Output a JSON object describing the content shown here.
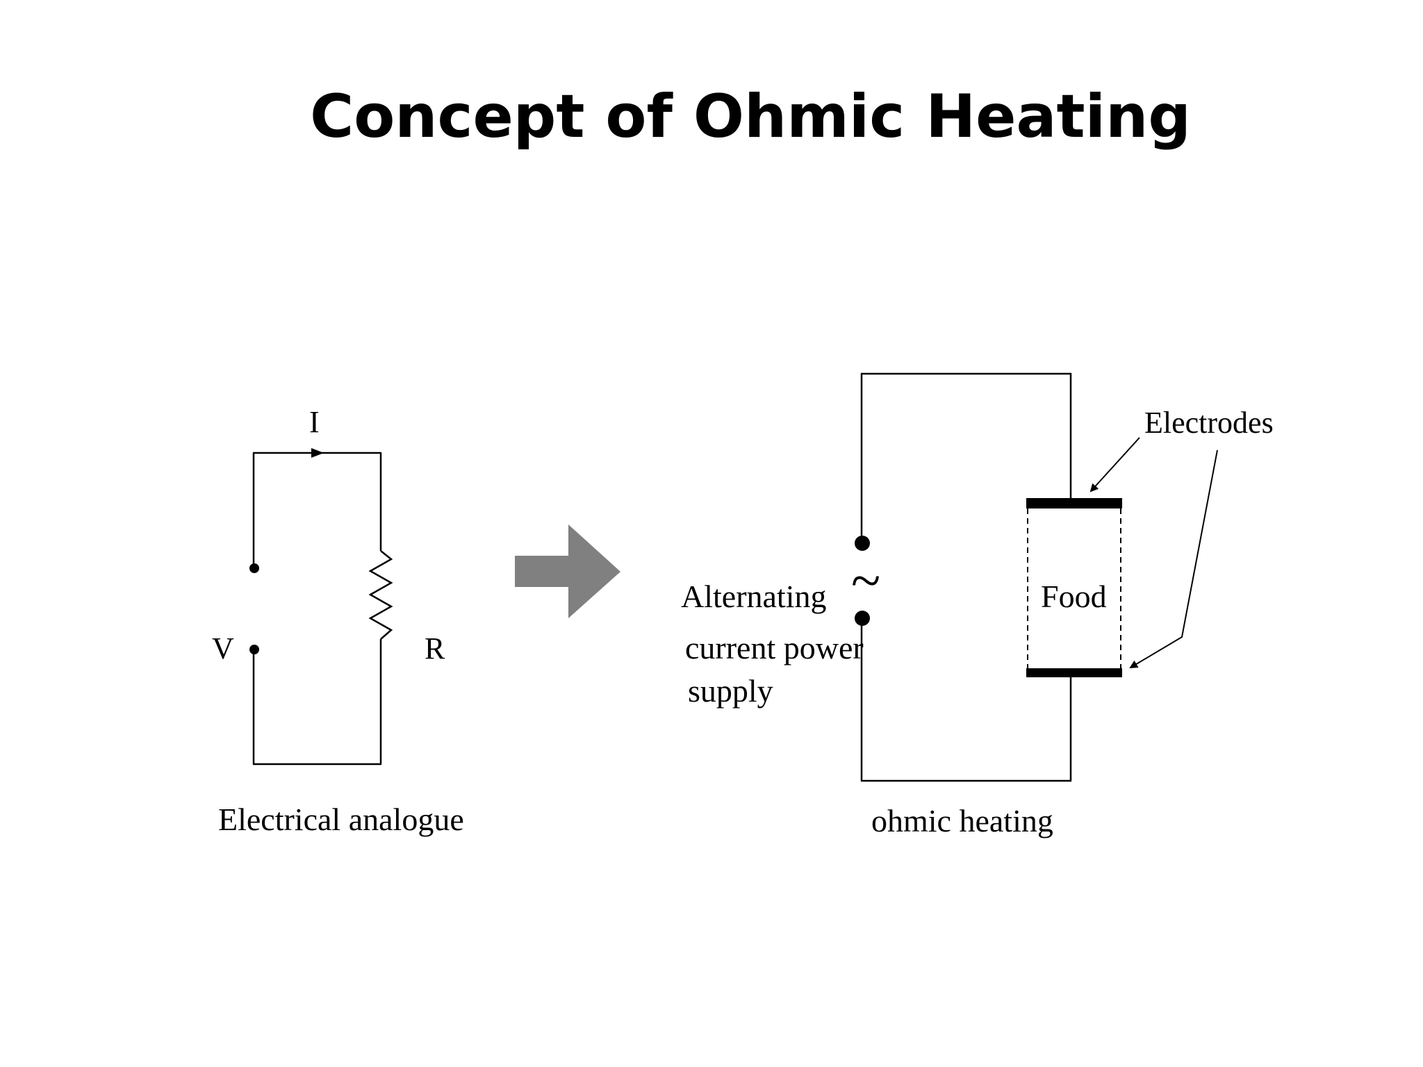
{
  "slide": {
    "title": "Concept of Ohmic Heating"
  },
  "left_circuit": {
    "current_label": "I",
    "voltage_label": "V",
    "resistance_label": "R",
    "caption": "Electrical analogue"
  },
  "right_circuit": {
    "source_symbol": "~",
    "source_label_line1": "Alternating",
    "source_label_line2": "current power",
    "source_label_line3": "supply",
    "food_label": "Food",
    "electrodes_label": "Electrodes",
    "caption": "ohmic heating"
  },
  "colors": {
    "line": "#000000",
    "arrow_fill": "#808080",
    "background": "#ffffff"
  }
}
